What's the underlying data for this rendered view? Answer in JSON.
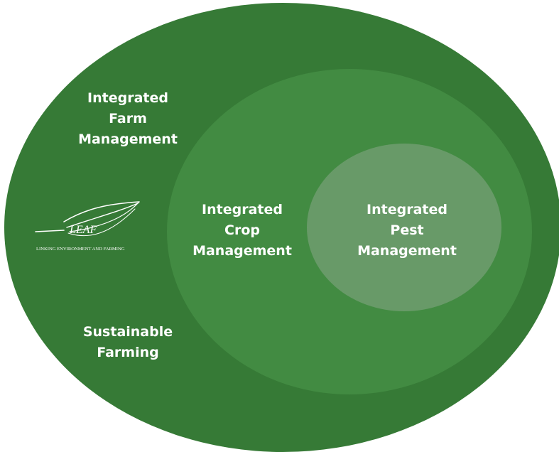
{
  "colors": {
    "outer_ellipse": "#367a36",
    "middle_ellipse": "#428b42",
    "inner_ellipse": "#689a68",
    "text": "#ffffff"
  },
  "labels": {
    "integrated_farm_management": "Integrated\nFarm\nManagement",
    "integrated_crop_management": "Integrated\nCrop\nManagement",
    "integrated_pest_management": "Integrated\nPest\nManagement",
    "sustainable_farming": "Sustainable\nFarming"
  },
  "logo": {
    "wordmark": "LEAF",
    "tagline": "LINKING ENVIRONMENT AND FARMING",
    "icon": "leaf-icon"
  }
}
